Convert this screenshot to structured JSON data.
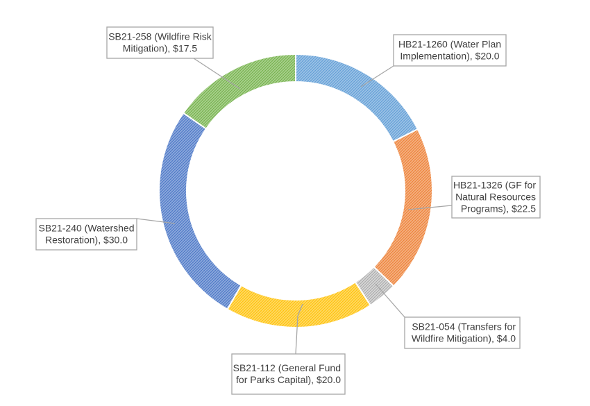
{
  "chart_data": {
    "type": "pie",
    "donut": true,
    "start_angle_deg": 0,
    "slices": [
      {
        "label_lines": [
          "HB21-1260 (Water Plan",
          "Implementation), $20.0"
        ],
        "value": 20.0,
        "color": "#9DC3E6",
        "pattern_color": "#5B9BD5"
      },
      {
        "label_lines": [
          "HB21-1326 (GF for",
          "Natural Resources",
          "Programs), $22.5"
        ],
        "value": 22.5,
        "color": "#F4B183",
        "pattern_color": "#ED7D31"
      },
      {
        "label_lines": [
          "SB21-054 (Transfers for",
          "Wildfire Mitigation), $4.0"
        ],
        "value": 4.0,
        "color": "#D9D9D9",
        "pattern_color": "#A5A5A5"
      },
      {
        "label_lines": [
          "SB21-112 (General Fund",
          "for Parks Capital), $20.0"
        ],
        "value": 20.0,
        "color": "#FFD966",
        "pattern_color": "#FFC000"
      },
      {
        "label_lines": [
          "SB21-240 (Watershed",
          "Restoration), $30.0"
        ],
        "value": 30.0,
        "color": "#8FAADC",
        "pattern_color": "#4472C4"
      },
      {
        "label_lines": [
          "SB21-258 (Wildfire Risk",
          "Mitigation), $17.5"
        ],
        "value": 17.5,
        "color": "#A9D18E",
        "pattern_color": "#70AD47"
      }
    ]
  }
}
